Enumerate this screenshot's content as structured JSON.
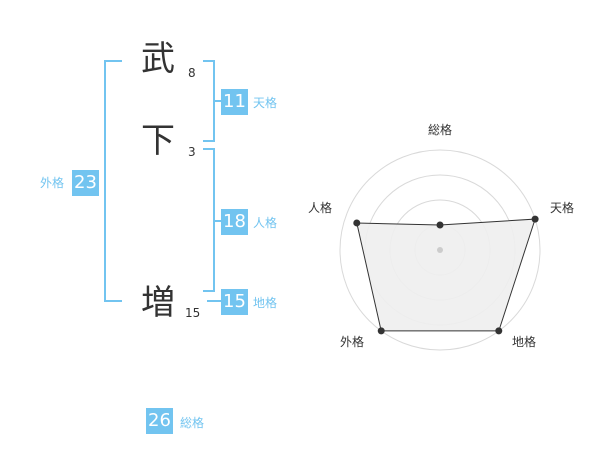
{
  "name": {
    "chars": [
      {
        "char": "武",
        "strokes": "8"
      },
      {
        "char": "下",
        "strokes": "3"
      },
      {
        "char": "増",
        "strokes": "15"
      }
    ]
  },
  "kakusu": {
    "tenkaku": {
      "value": "11",
      "label": "天格"
    },
    "jinkaku": {
      "value": "18",
      "label": "人格"
    },
    "chikaku": {
      "value": "15",
      "label": "地格"
    },
    "gaikaku": {
      "value": "23",
      "label": "外格"
    },
    "soukaku": {
      "value": "26",
      "label": "総格"
    }
  },
  "colors": {
    "accent": "#72c4f0",
    "text": "#333333"
  },
  "chart_data": {
    "type": "radar",
    "axes": [
      "総格",
      "天格",
      "地格",
      "外格",
      "人格"
    ],
    "values": [
      1,
      4,
      4,
      4,
      3.5
    ],
    "max": 4,
    "rings": 4
  }
}
